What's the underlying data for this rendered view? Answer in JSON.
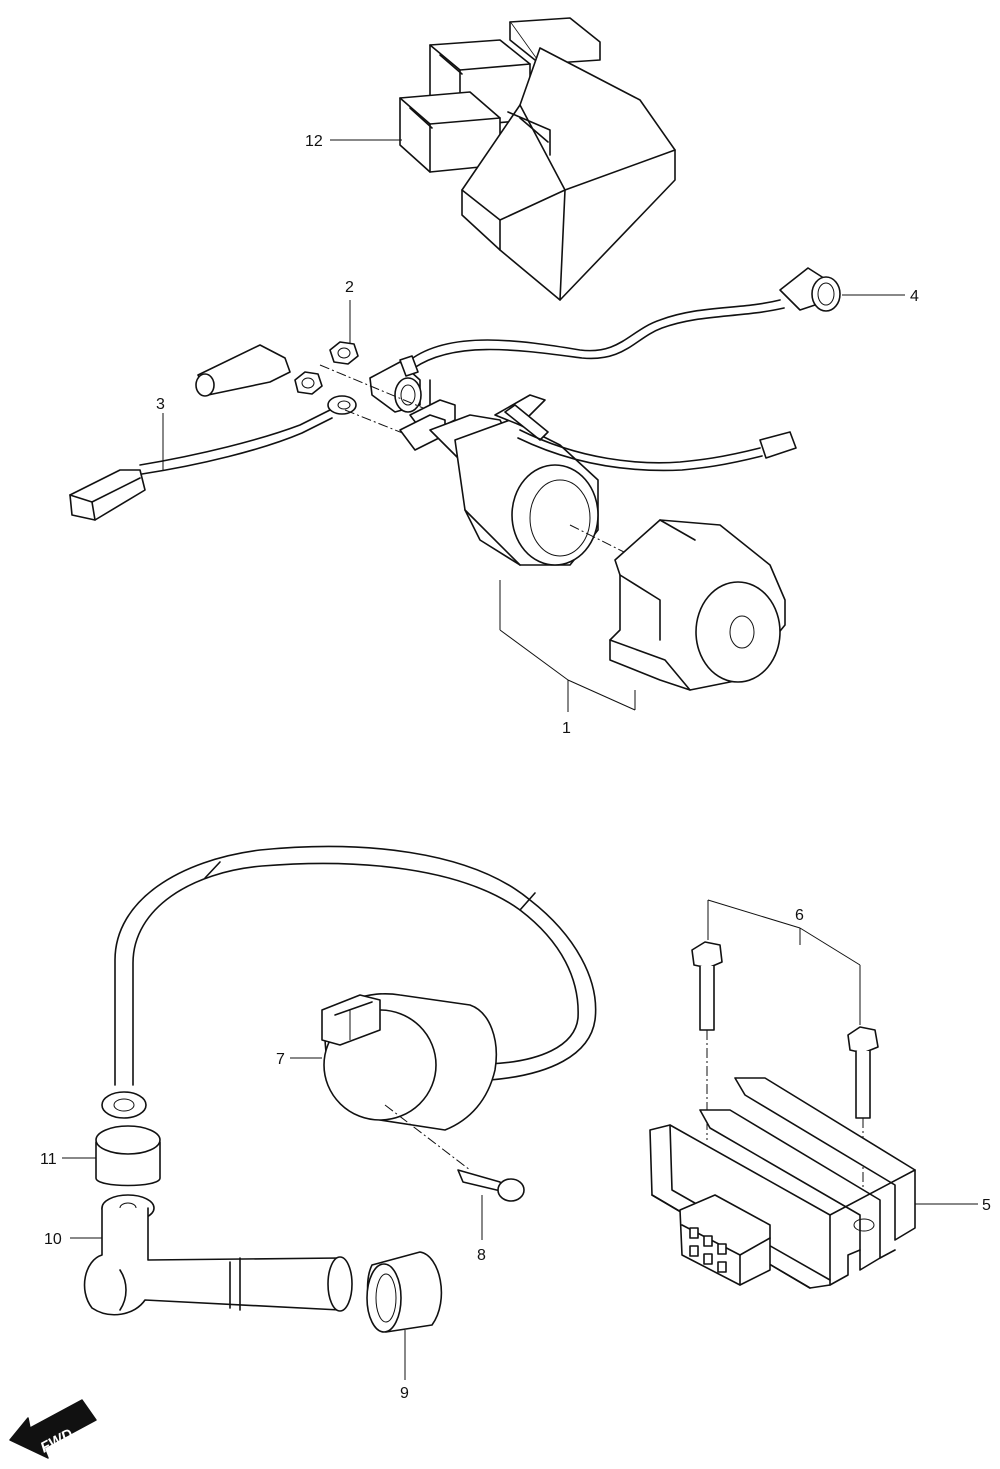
{
  "labels": {
    "l1": "1",
    "l2": "2",
    "l3": "3",
    "l4": "4",
    "l5": "5",
    "l6": "6",
    "l7": "7",
    "l8": "8",
    "l9": "9",
    "l10": "10",
    "l11": "11",
    "l12": "12"
  },
  "fwd": "FWD"
}
